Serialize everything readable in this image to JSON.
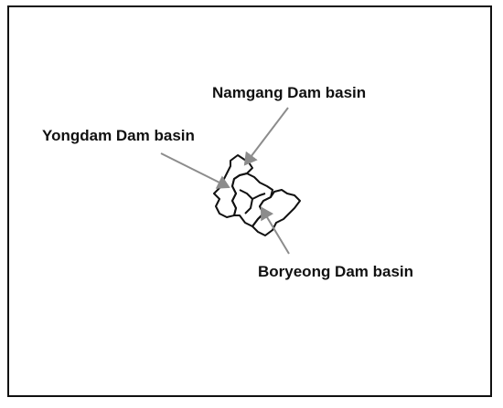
{
  "labels": {
    "namgang": "Namgang Dam basin",
    "yongdam": "Yongdam Dam basin",
    "boryeong": "Boryeong Dam basin"
  },
  "colors": {
    "background": "#ffffff",
    "outline": "#111111",
    "arrow": "#8c8c8c"
  }
}
